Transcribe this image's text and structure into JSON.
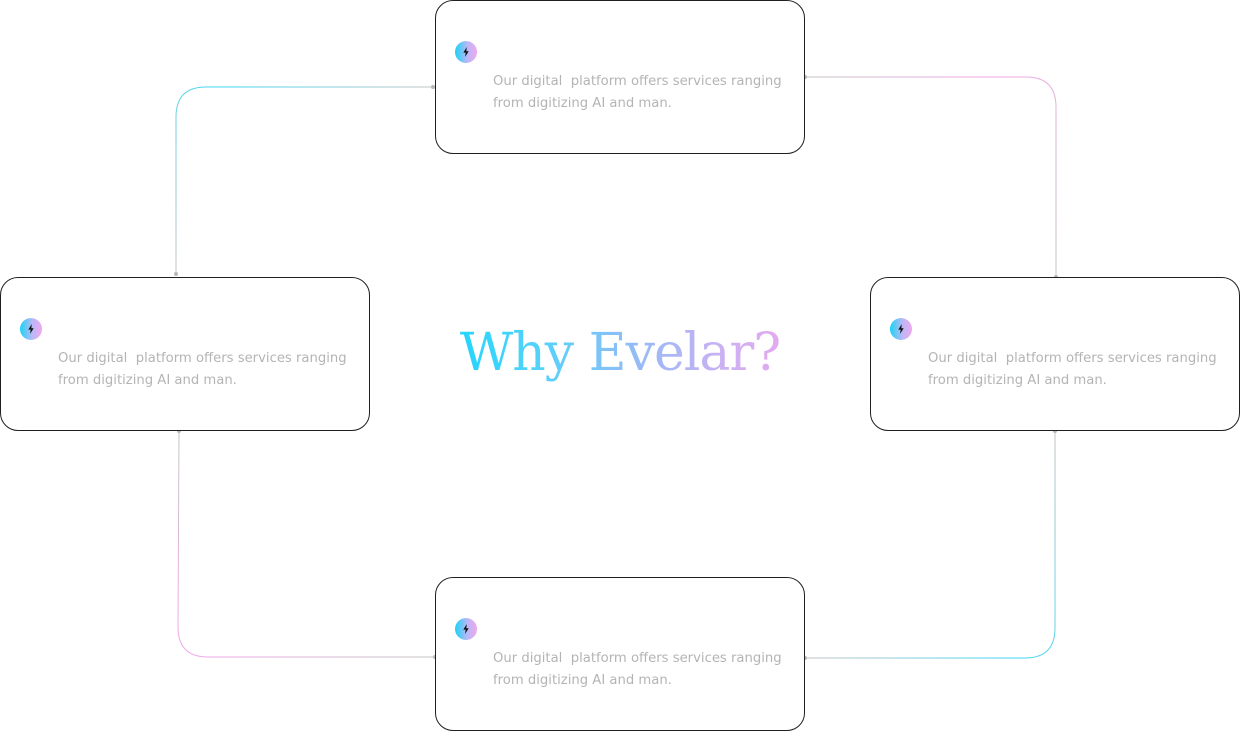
{
  "headline": "Why Evelar?",
  "colors": {
    "cyan": "#19d3f5",
    "lavender": "#b8b9f7",
    "pink": "#f1a6ee",
    "card_border": "#1f1f1f",
    "description_text": "#b4b4b4",
    "connector_gray": "#c4c4c4"
  },
  "cards": [
    {
      "position": "top",
      "icon": "lightning-bolt-icon",
      "description": "Our digital  platform offers services ranging from digitizing AI and man."
    },
    {
      "position": "left",
      "icon": "lightning-bolt-icon",
      "description": "Our digital  platform offers services ranging from digitizing AI and man."
    },
    {
      "position": "right",
      "icon": "lightning-bolt-icon",
      "description": "Our digital  platform offers services ranging from digitizing AI and man."
    },
    {
      "position": "bottom",
      "icon": "lightning-bolt-icon",
      "description": "Our digital  platform offers services ranging from digitizing AI and man."
    }
  ]
}
